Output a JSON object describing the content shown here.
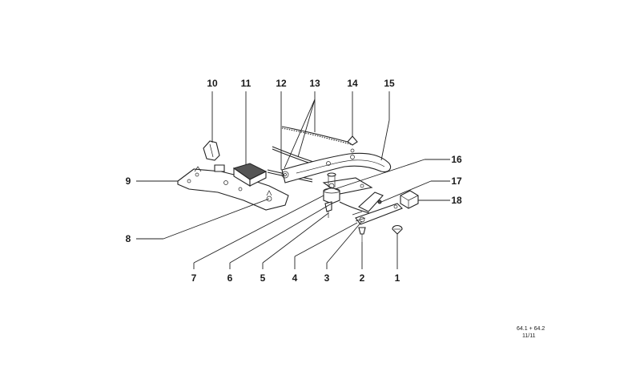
{
  "callouts": [
    {
      "id": "1",
      "label": "1"
    },
    {
      "id": "2",
      "label": "2"
    },
    {
      "id": "3",
      "label": "3"
    },
    {
      "id": "4",
      "label": "4"
    },
    {
      "id": "5",
      "label": "5"
    },
    {
      "id": "6",
      "label": "6"
    },
    {
      "id": "7",
      "label": "7"
    },
    {
      "id": "8",
      "label": "8"
    },
    {
      "id": "9",
      "label": "9"
    },
    {
      "id": "10",
      "label": "10"
    },
    {
      "id": "11",
      "label": "11"
    },
    {
      "id": "12",
      "label": "12"
    },
    {
      "id": "13",
      "label": "13"
    },
    {
      "id": "14",
      "label": "14"
    },
    {
      "id": "15",
      "label": "15"
    },
    {
      "id": "16",
      "label": "16"
    },
    {
      "id": "17",
      "label": "17"
    },
    {
      "id": "18",
      "label": "18"
    }
  ],
  "reference": {
    "line1": "64.1 + 64.2",
    "line2": "11/11"
  }
}
